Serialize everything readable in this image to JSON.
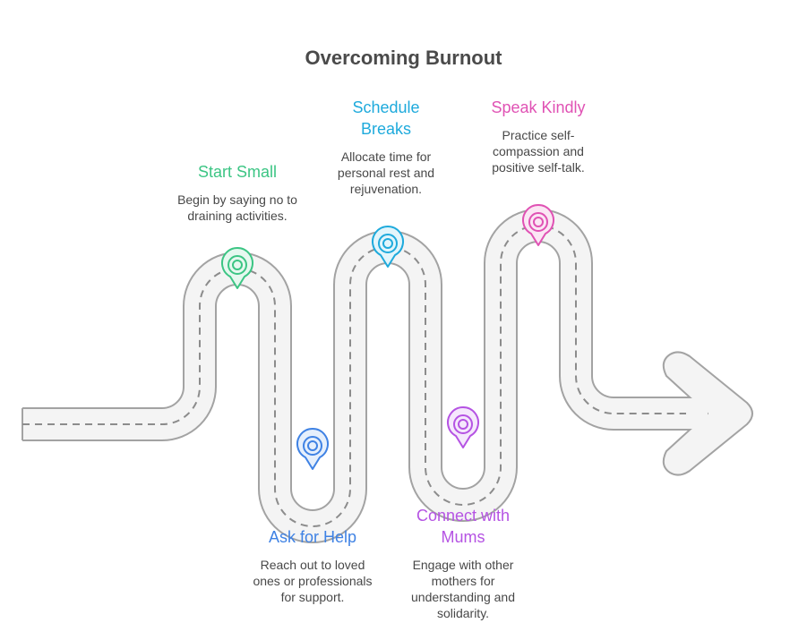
{
  "title": "Overcoming Burnout",
  "steps": [
    {
      "title": "Start Small",
      "description": "Begin by saying no to draining activities.",
      "color": "#3cc584",
      "fill": "#e6f8ef",
      "position": "top"
    },
    {
      "title": "Ask for Help",
      "description": "Reach out to loved ones or professionals for support.",
      "color": "#3f82e4",
      "fill": "#e5effc",
      "position": "bottom"
    },
    {
      "title": "Schedule Breaks",
      "description": "Allocate time for personal rest and rejuvenation.",
      "color": "#1eaadc",
      "fill": "#e2f5fb",
      "position": "top"
    },
    {
      "title": "Connect with Mums",
      "description": "Engage with other mothers for understanding and solidarity.",
      "color": "#b553e3",
      "fill": "#f5e8fc",
      "position": "bottom"
    },
    {
      "title": "Speak Kindly",
      "description": "Practice self-compassion and positive self-talk.",
      "color": "#e052b4",
      "fill": "#fbe6f4",
      "position": "top"
    }
  ],
  "road": {
    "fill": "#f4f4f4",
    "stroke": "#a3a3a3",
    "dash": "#8c8c8c"
  }
}
